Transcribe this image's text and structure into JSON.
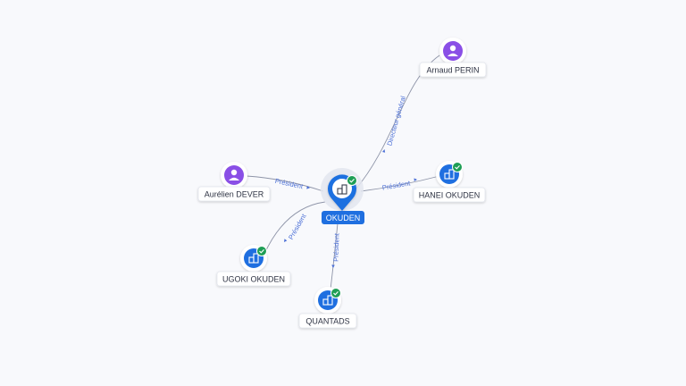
{
  "graph": {
    "center": {
      "id": "okuden",
      "label": "OKUDEN",
      "kind": "company",
      "verified": true
    },
    "nodes": [
      {
        "id": "arnaud",
        "label": "Arnaud PERIN",
        "kind": "person"
      },
      {
        "id": "aurelien",
        "label": "Aurélien DEVER",
        "kind": "person"
      },
      {
        "id": "hanei",
        "label": "HANEI OKUDEN",
        "kind": "company",
        "verified": true
      },
      {
        "id": "ugoki",
        "label": "UGOKI OKUDEN",
        "kind": "company",
        "verified": true
      },
      {
        "id": "quantads",
        "label": "QUANTADS",
        "kind": "company",
        "verified": true
      }
    ],
    "edges": [
      {
        "from": "arnaud",
        "to": "okuden",
        "label": "Directeur général"
      },
      {
        "from": "aurelien",
        "to": "okuden",
        "label": "Président"
      },
      {
        "from": "okuden",
        "to": "hanei",
        "label": "Président"
      },
      {
        "from": "okuden",
        "to": "ugoki",
        "label": "Président"
      },
      {
        "from": "okuden",
        "to": "quantads",
        "label": "Président"
      }
    ]
  },
  "colors": {
    "background": "#f8f9fc",
    "person": "#8a4fe6",
    "company": "#1f6fe0",
    "verified": "#1e9e55",
    "edge_label": "#4b6fd6"
  },
  "icons": {
    "person": "person-icon",
    "company": "building-icon",
    "verified": "check-badge-icon"
  }
}
